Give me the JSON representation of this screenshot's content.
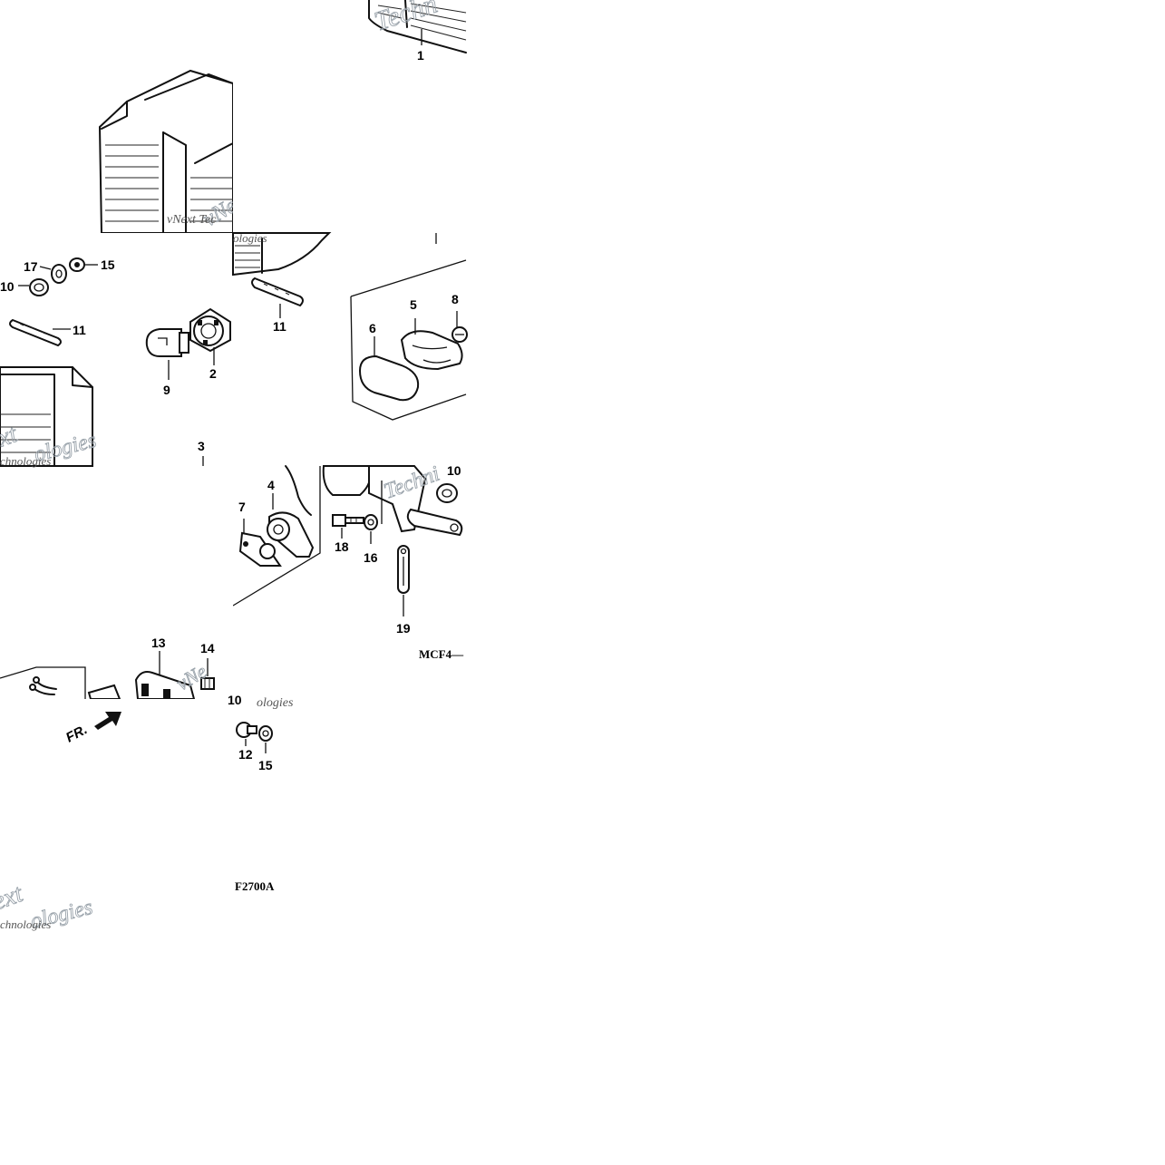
{
  "callouts": {
    "c1": "1",
    "c2": "2",
    "c3": "3",
    "c4": "4",
    "c5": "5",
    "c6": "6",
    "c7": "7",
    "c8": "8",
    "c9": "9",
    "c10a": "10",
    "c10b": "10",
    "c10c": "10",
    "c11a": "11",
    "c11b": "11",
    "c12": "12",
    "c13": "13",
    "c14": "14",
    "c15a": "15",
    "c15b": "15",
    "c16": "16",
    "c17": "17",
    "c18": "18",
    "c19": "19"
  },
  "codes": {
    "diagram_code_partial": "MCF4—",
    "figure_code": "F2700A"
  },
  "front_marker": "FR.",
  "watermark": {
    "line1": "vNext",
    "line2": "Technologies",
    "fragment_tech": "Techn",
    "fragment_ext": "ext",
    "fragment_chnologies": "chnologies",
    "fragment_nologies": "nologies",
    "fragment_ologies": "ologies",
    "fragment_vnext_tec": "vNext Tec",
    "fragment_vne": "vNe",
    "fragment_technic": "Techni"
  }
}
